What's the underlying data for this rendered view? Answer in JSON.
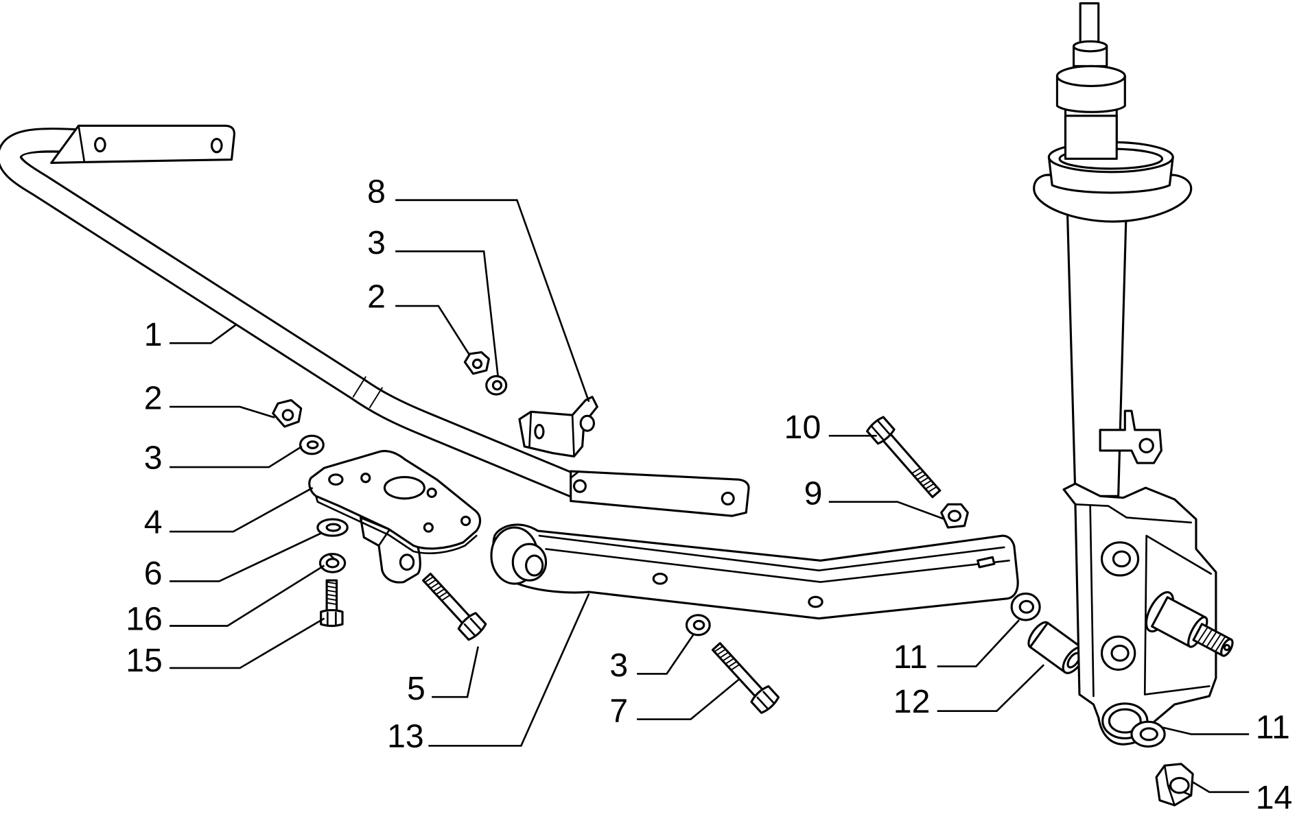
{
  "colors": {
    "line": "#000000",
    "background": "#ffffff"
  },
  "callouts": [
    "1",
    "2",
    "3",
    "4",
    "6",
    "16",
    "15",
    "8",
    "3",
    "2",
    "5",
    "13",
    "10",
    "9",
    "3",
    "7",
    "11",
    "12",
    "11",
    "14"
  ]
}
